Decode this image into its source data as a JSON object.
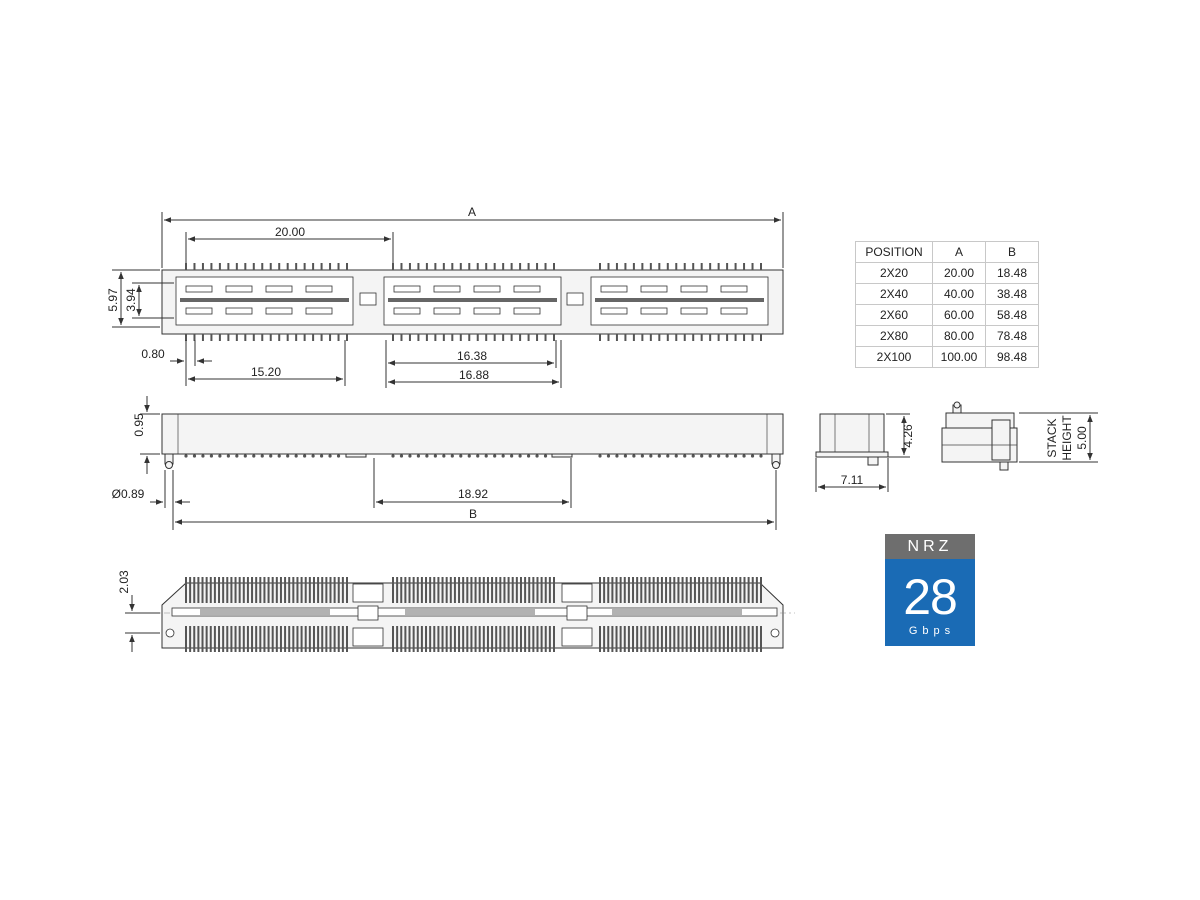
{
  "dimensions": {
    "a": "A",
    "b": "B",
    "pitch_20": "20.00",
    "height_5_97": "5.97",
    "height_3_94": "3.94",
    "pin_0_80": "0.80",
    "span_15_20": "15.20",
    "span_16_38": "16.38",
    "span_16_88": "16.88",
    "thick_0_95": "0.95",
    "hole_0_89": "Ø0.89",
    "span_18_92": "18.92",
    "height_4_26": "4.26",
    "width_7_11": "7.11",
    "stack_line1": "STACK",
    "stack_line2": "HEIGHT",
    "stack_5_00": "5.00",
    "row_2_03": "2.03"
  },
  "table": {
    "headers": [
      "POSITION",
      "A",
      "B"
    ],
    "rows": [
      [
        "2X20",
        "20.00",
        "18.48"
      ],
      [
        "2X40",
        "40.00",
        "38.48"
      ],
      [
        "2X60",
        "60.00",
        "58.48"
      ],
      [
        "2X80",
        "80.00",
        "78.48"
      ],
      [
        "2X100",
        "100.00",
        "98.48"
      ]
    ]
  },
  "badge": {
    "top": "NRZ",
    "number": "28",
    "unit": "Gbps",
    "color_top": "#6e6e6e",
    "color_main": "#1a6bb5"
  }
}
